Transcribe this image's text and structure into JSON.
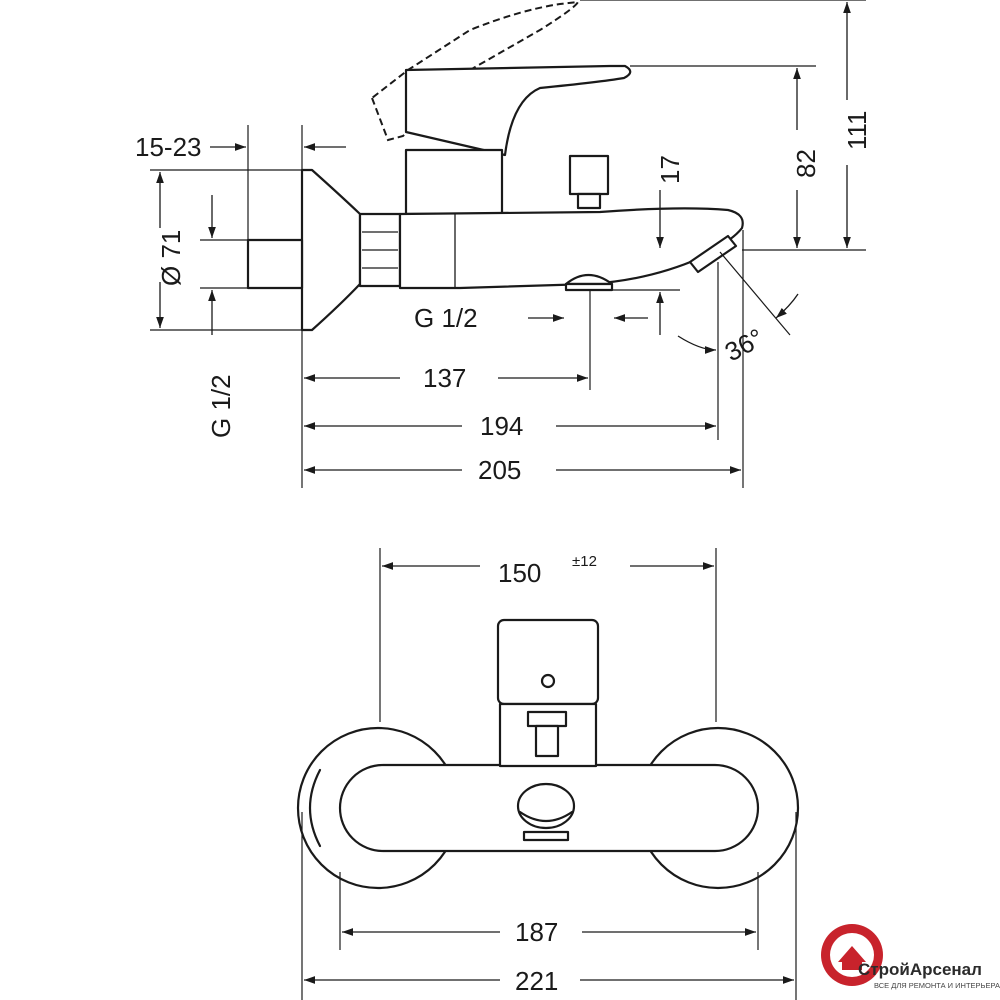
{
  "side_view": {
    "dim_15_23": "15-23",
    "dim_diameter_71": "Ø 71",
    "dim_g_half_vertical": "G 1/2",
    "dim_g_half_horizontal": "G 1/2",
    "dim_17": "17",
    "dim_82": "82",
    "dim_111": "111",
    "dim_36deg": "36°",
    "dim_137": "137",
    "dim_194": "194",
    "dim_205": "205"
  },
  "front_view": {
    "dim_150": "150",
    "dim_tolerance": "±12",
    "dim_187": "187",
    "dim_221": "221"
  },
  "logo": {
    "name": "СтройАрсенал",
    "tagline": "ВСЕ ДЛЯ РЕМОНТА И ИНТЕРЬЕРА",
    "brand_color": "#c8232c"
  }
}
